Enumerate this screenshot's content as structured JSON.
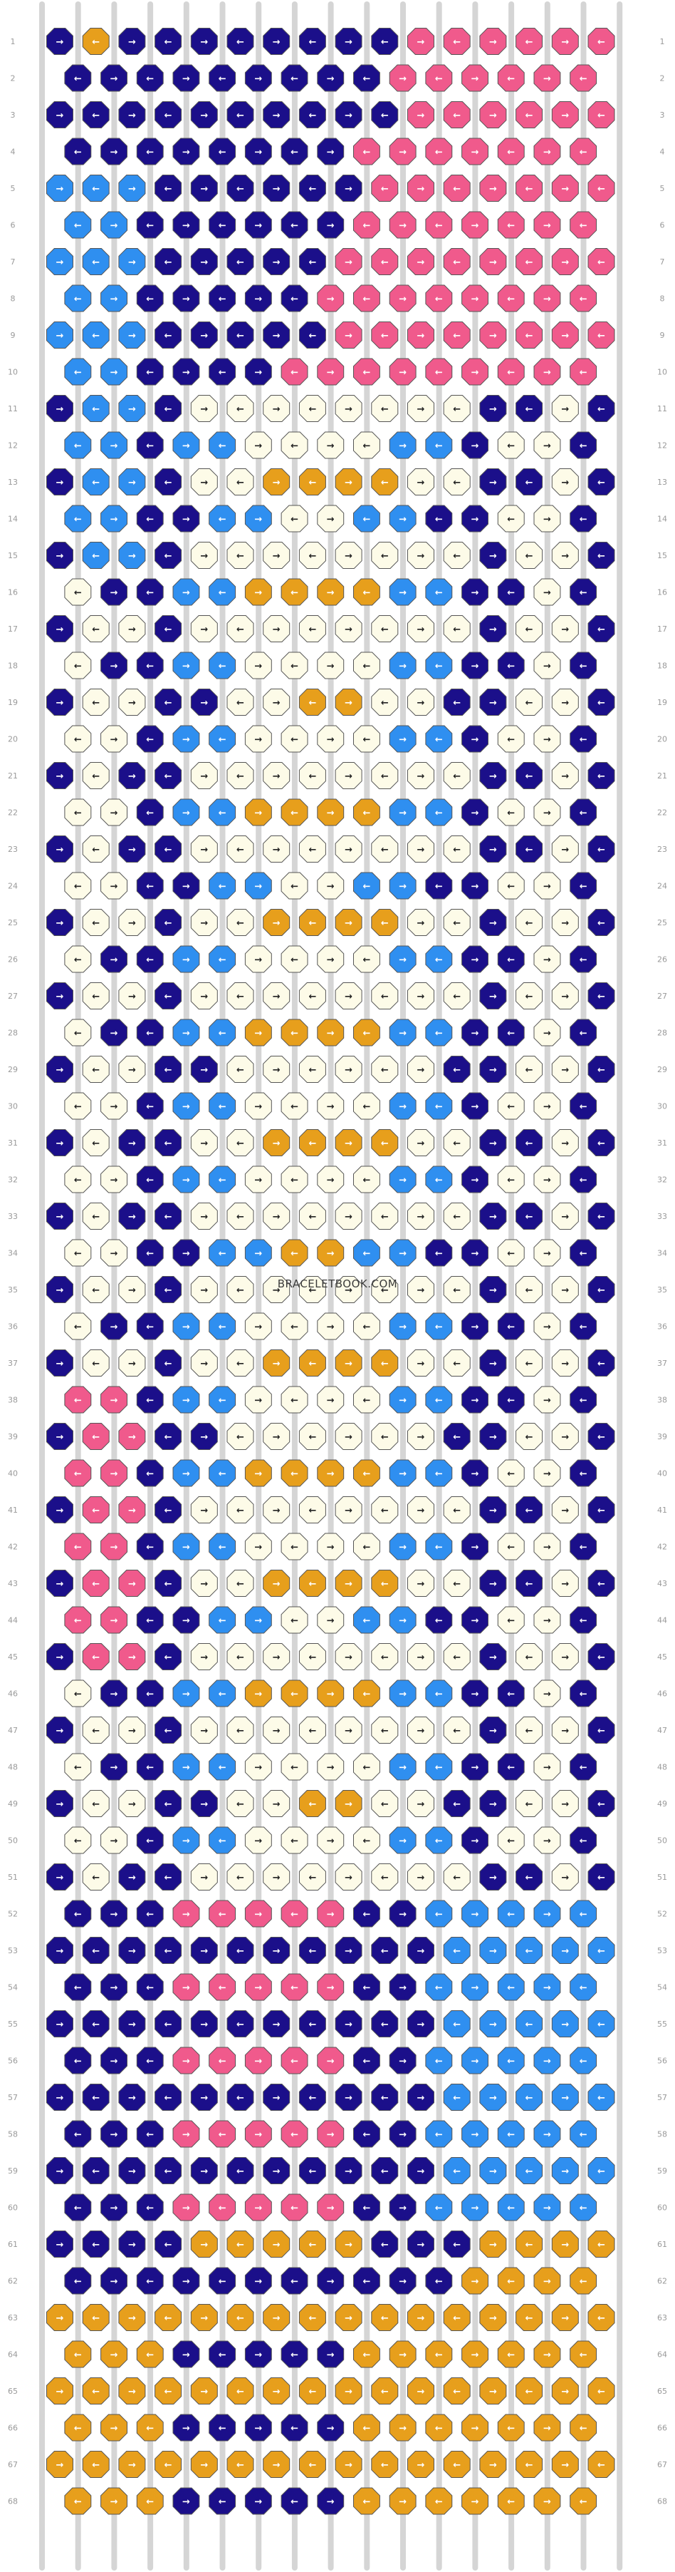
{
  "pattern": {
    "row_count": 68,
    "column_count": 16,
    "strand_count": 17,
    "watermark": "BRACELETBOOK.COM",
    "colors": {
      "navy": "#1b0f8a",
      "blue": "#2f8ff0",
      "pink": "#f05a8c",
      "gold": "#e79f1c",
      "cream": "#fdfbe8",
      "thread_end": "#ffffff"
    },
    "knot_arrow_symbols": [
      "→",
      "←"
    ],
    "row_labels": [
      "1",
      "2",
      "3",
      "4",
      "5",
      "6",
      "7",
      "8",
      "9",
      "10",
      "11",
      "12",
      "13",
      "14",
      "15",
      "16",
      "17",
      "18",
      "19",
      "20",
      "21",
      "22",
      "23",
      "24",
      "25",
      "26",
      "27",
      "28",
      "29",
      "30",
      "31",
      "32",
      "33",
      "34",
      "35",
      "36",
      "37",
      "38",
      "39",
      "40",
      "41",
      "42",
      "43",
      "44",
      "45",
      "46",
      "47",
      "48",
      "49",
      "50",
      "51",
      "52",
      "53",
      "54",
      "55",
      "56",
      "57",
      "58",
      "59",
      "60",
      "61",
      "62",
      "63",
      "64",
      "65",
      "66",
      "67",
      "68"
    ]
  }
}
